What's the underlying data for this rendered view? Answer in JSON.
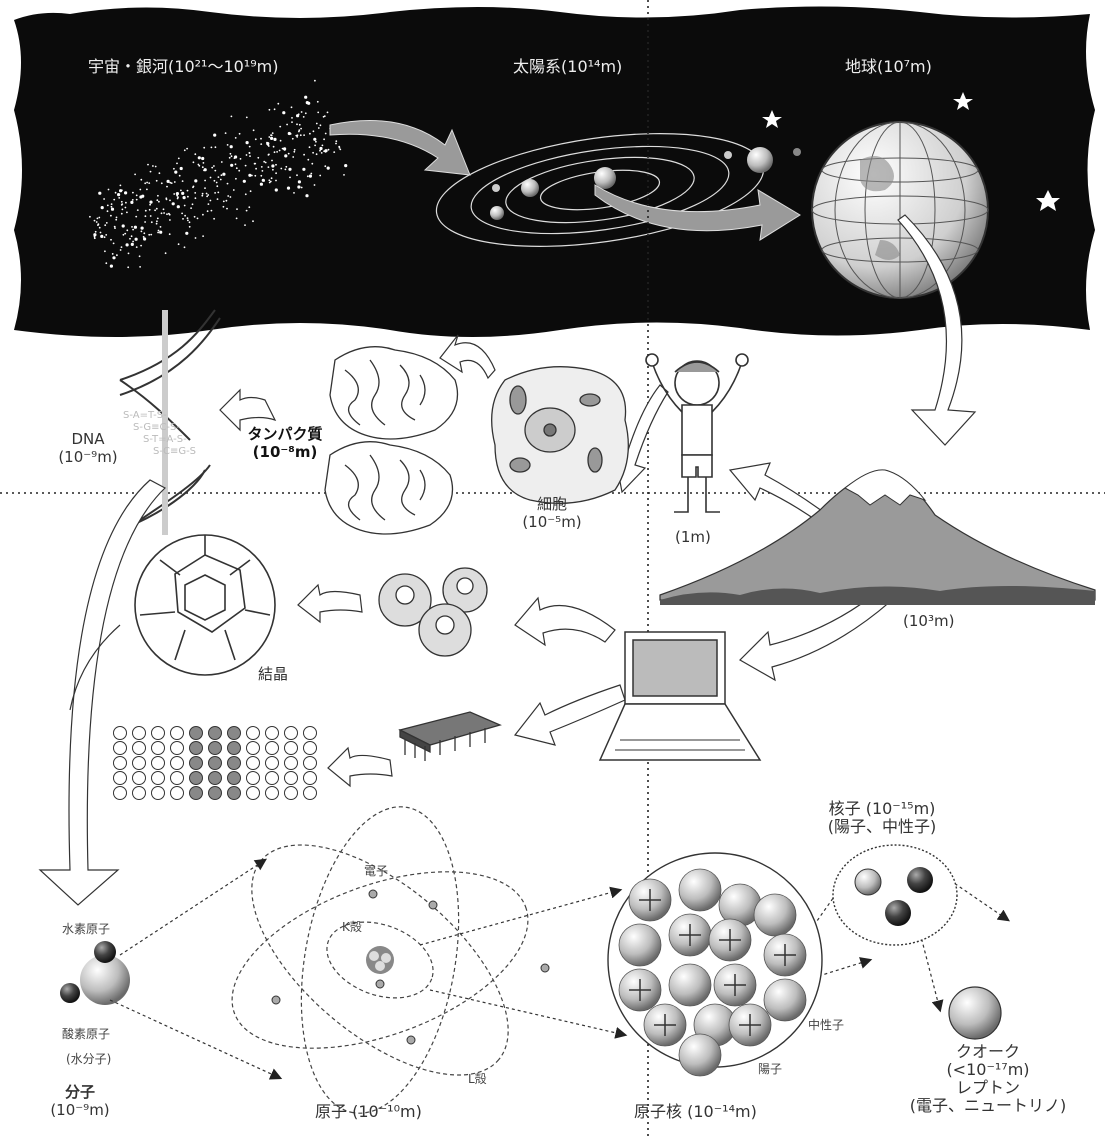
{
  "space": {
    "galaxy": {
      "name": "宇宙・銀河",
      "range": "(10²¹〜10¹⁹m)"
    },
    "solar": {
      "name": "太陽系",
      "size": "(10¹⁴m)"
    },
    "earth": {
      "name": "地球",
      "size": "(10⁷m)"
    }
  },
  "bio": {
    "dna": {
      "name": "DNA",
      "size": "(10⁻⁹m)",
      "seq": [
        "S-A=T-S-",
        "S-G≡C-S-",
        "S-T=A-S-",
        "S-C≡G-S"
      ]
    },
    "protein": {
      "name": "タンパク質",
      "size": "(10⁻⁸m)"
    },
    "cell": {
      "name": "細胞",
      "size": "(10⁻⁵m)"
    },
    "human": {
      "size": "(1m)"
    },
    "mountain": {
      "size": "(10³m)"
    }
  },
  "material": {
    "crystal": {
      "name": "結晶"
    }
  },
  "micro": {
    "molecule": {
      "hydrogen": "水素原子",
      "oxygen": "酸素原子",
      "water": "(水分子)",
      "name": "分子",
      "size": "(10⁻⁹m)"
    },
    "atom": {
      "electron": "電子",
      "k_shell": "K殻",
      "l_shell": "L殻",
      "name": "原子",
      "size": "(10⁻¹⁰m)"
    },
    "nucleus": {
      "neutron": "中性子",
      "proton": "陽子",
      "name": "原子核",
      "size": "(10⁻¹⁴m)"
    },
    "nucleon": {
      "name": "核子",
      "size": "(10⁻¹⁵m)",
      "sub": "(陽子、中性子)"
    },
    "quark": {
      "name": "クオーク",
      "size": "(<10⁻¹⁷m)",
      "lepton": "レプトン",
      "lepton_sub": "(電子、ニュートリノ)"
    }
  },
  "colors": {
    "space_bg": "#0b0b0b",
    "arrow": "#999999",
    "dotted": "#222222"
  }
}
